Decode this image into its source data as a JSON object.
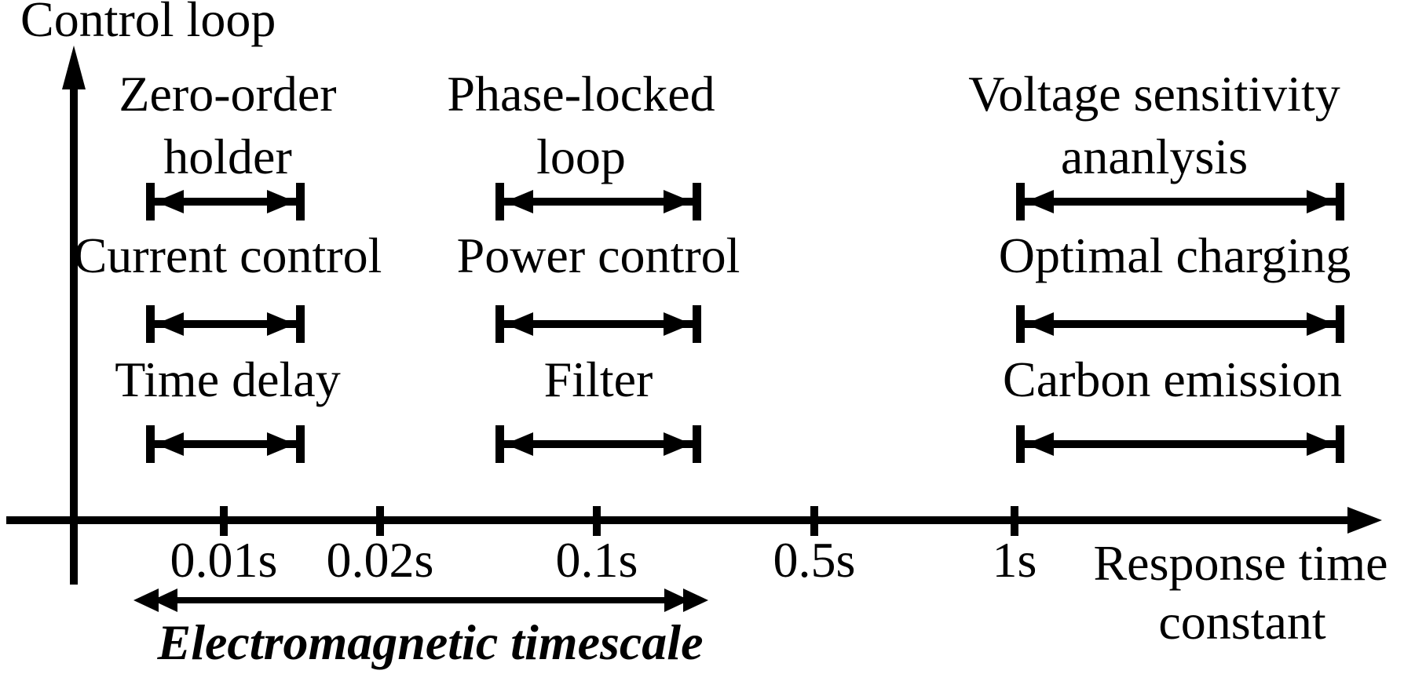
{
  "diagram": {
    "title_hint": "Control loop timescale diagram",
    "y_axis": {
      "label": "Control loop"
    },
    "x_axis": {
      "label_line1": "Response time",
      "label_line2": "constant",
      "ticks": [
        {
          "label": "0.01s",
          "value_s": 0.01
        },
        {
          "label": "0.02s",
          "value_s": 0.02
        },
        {
          "label": "0.1s",
          "value_s": 0.1
        },
        {
          "label": "0.5s",
          "value_s": 0.5
        },
        {
          "label": "1s",
          "value_s": 1
        }
      ]
    },
    "columns": [
      {
        "rows": [
          {
            "line1": "Zero-order",
            "line2": "holder"
          },
          {
            "line1": "Current control"
          },
          {
            "line1": "Time delay"
          }
        ]
      },
      {
        "rows": [
          {
            "line1": "Phase-locked",
            "line2": "loop"
          },
          {
            "line1": "Power control"
          },
          {
            "line1": "Filter"
          }
        ]
      },
      {
        "rows": [
          {
            "line1": "Voltage sensitivity",
            "line2": "ananlysis"
          },
          {
            "line1": "Optimal charging"
          },
          {
            "line1": "Carbon emission"
          }
        ]
      }
    ],
    "band": {
      "label": "Electromagnetic timescale"
    },
    "colors": {
      "ink": "#000000",
      "background": "#ffffff"
    }
  }
}
